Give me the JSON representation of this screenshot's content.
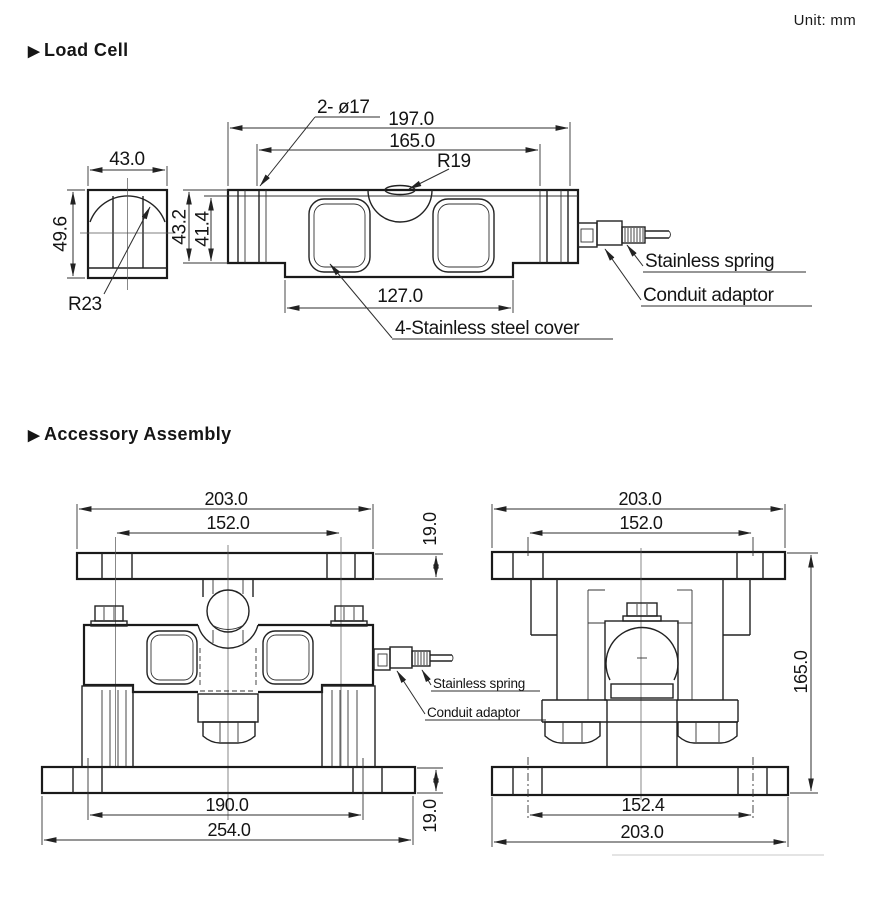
{
  "meta": {
    "unit_label": "Unit: mm",
    "colors": {
      "line": "#1a1a1a",
      "background": "#ffffff",
      "faint_rule": "#dcdcdc"
    }
  },
  "sections": {
    "load_cell": {
      "marker": "▶",
      "title": "Load Cell"
    },
    "accessory": {
      "marker": "▶",
      "title": "Accessory Assembly"
    }
  },
  "load_cell": {
    "end_view": {
      "width": "43.0",
      "height": "49.6",
      "dome_radius": "R23"
    },
    "side_view": {
      "holes": "2- ø17",
      "length_total": "197.0",
      "length_inner": "165.0",
      "button_radius": "R19",
      "height_total": "43.2",
      "height_inner": "41.4",
      "pocket_span": "127.0",
      "cover_label": "4-Stainless steel cover",
      "spring_label": "Stainless spring",
      "adaptor_label": "Conduit adaptor"
    }
  },
  "accessory": {
    "front_view": {
      "top_plate_width": "203.0",
      "top_plate_holes": "152.0",
      "top_plate_thickness": "19.0",
      "base_holes": "190.0",
      "base_width": "254.0",
      "base_thickness": "19.0",
      "spring_label": "Stainless spring",
      "adaptor_label": "Conduit adaptor"
    },
    "side_view": {
      "top_plate_width": "203.0",
      "top_plate_holes": "152.0",
      "overall_height": "165.0",
      "base_holes": "152.4",
      "base_width": "203.0"
    }
  }
}
